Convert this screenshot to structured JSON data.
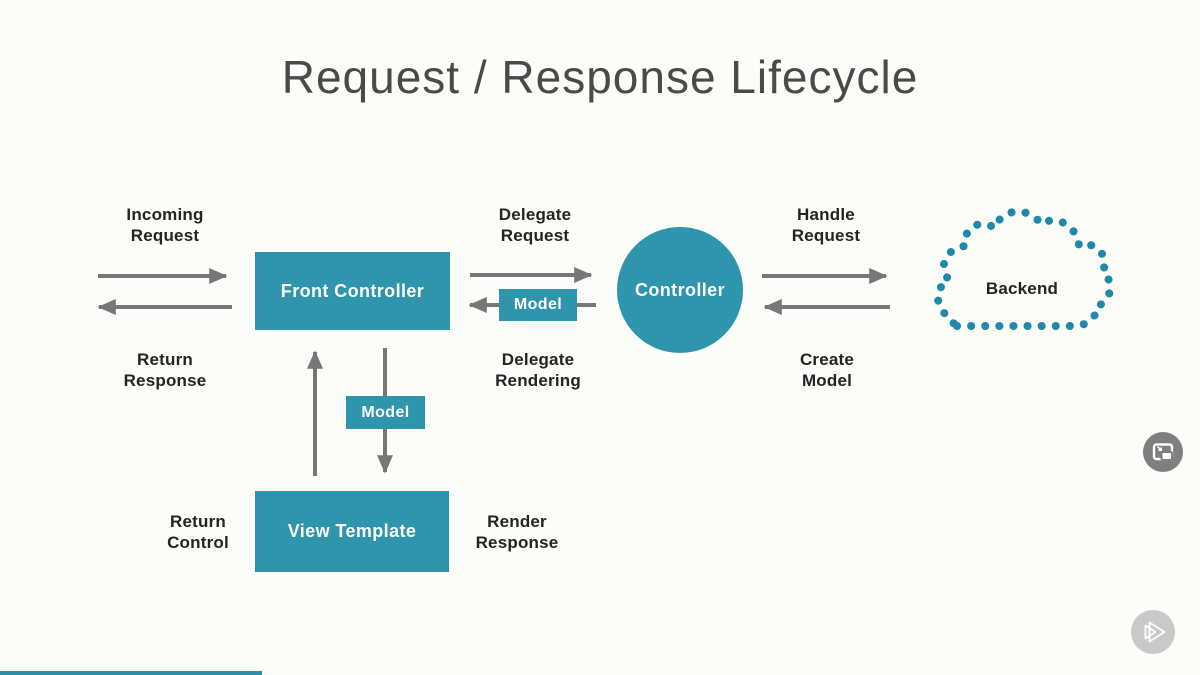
{
  "title": "Request / Response Lifecycle",
  "diagram": {
    "nodes": {
      "front_controller": {
        "label": "Front Controller"
      },
      "controller": {
        "label": "Controller"
      },
      "view_template": {
        "label": "View Template"
      },
      "backend": {
        "label": "Backend"
      },
      "model_request": {
        "label": "Model"
      },
      "model_render": {
        "label": "Model"
      }
    },
    "labels": {
      "incoming_request": "Incoming\nRequest",
      "return_response": "Return\nResponse",
      "delegate_request": "Delegate\nRequest",
      "delegate_rendering": "Delegate\nRendering",
      "handle_request": "Handle\nRequest",
      "create_model": "Create\nModel",
      "return_control": "Return\nControl",
      "render_response": "Render\nResponse"
    },
    "colors": {
      "node_fill": "#2E95AD",
      "cloud_dot": "#2089AB",
      "arrow": "#777777",
      "label_text": "#272324",
      "title_text": "#4A4A4A",
      "background": "#FCFCF8"
    }
  },
  "player": {
    "progress_percent": 21.8,
    "progress_color": "#2D8FA9",
    "icons": {
      "pip": "picture-in-picture-icon",
      "logo": "pluralsight-logo-icon"
    }
  }
}
